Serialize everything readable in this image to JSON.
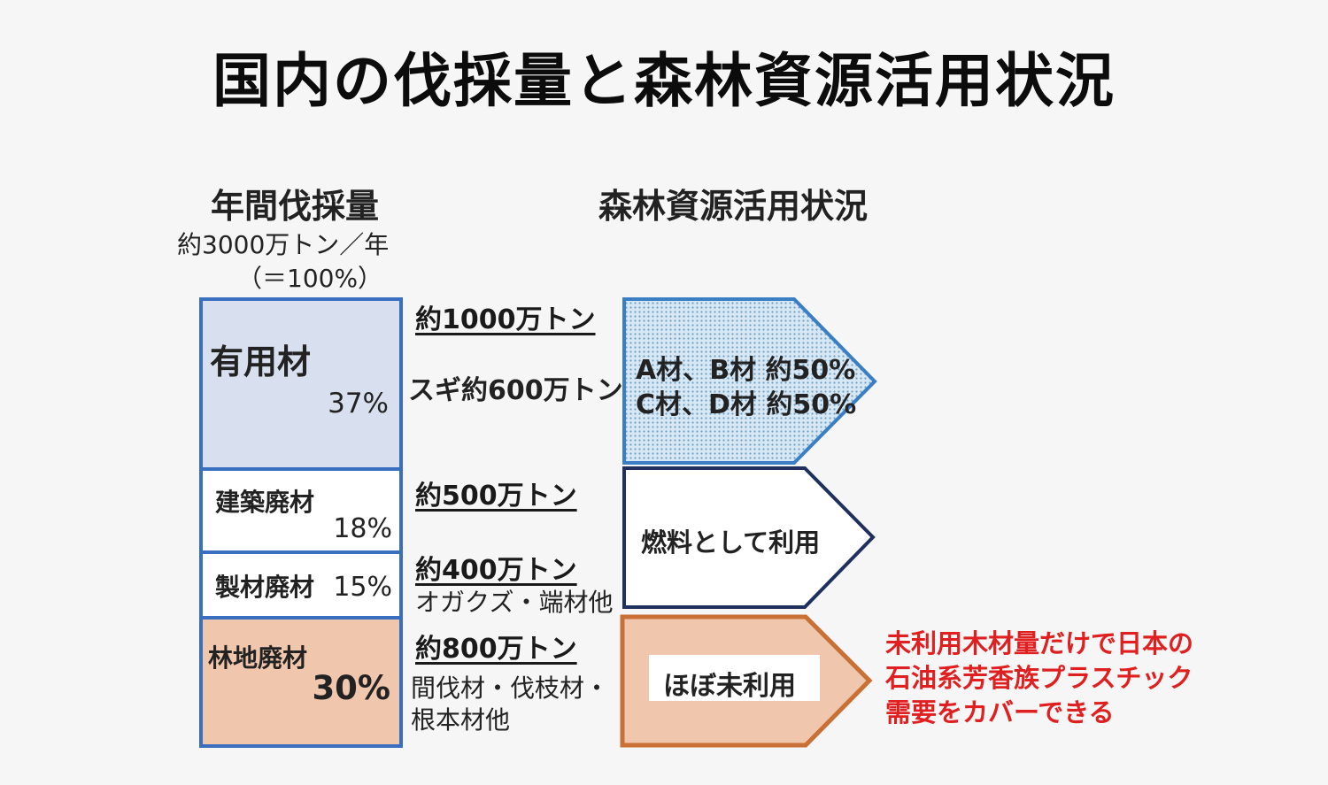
{
  "title": "国内の伐採量と森林資源活用状況",
  "left_header": {
    "heading": "年間伐採量",
    "amount": "約3000万トン／年",
    "ratio": "（＝100%）"
  },
  "right_header": {
    "heading": "森林資源活用状況"
  },
  "categories": [
    {
      "label": "有用材",
      "percent": "37%",
      "amount": "約1000万トン",
      "note": "スギ約600万トン",
      "usage": [
        "A材、B材 約50%",
        "C材、D材 約50%"
      ],
      "color": "#d8e0ef"
    },
    {
      "label": "建築廃材",
      "percent": "18%",
      "amount": "約500万トン",
      "color": "#ffffff"
    },
    {
      "label": "製材廃材",
      "percent": "15%",
      "amount": "約400万トン",
      "note": "オガクズ・端材他",
      "color": "#ffffff"
    },
    {
      "label": "林地廃材",
      "percent": "30%",
      "amount": "約800万トン",
      "note": [
        "間伐材・伐枝材・",
        "根本材他"
      ],
      "usage": "ほぼ未利用",
      "color": "#f0c6ad"
    }
  ],
  "combined_usage": "燃料として利用",
  "highlight_note": [
    "未利用木材量だけで日本の",
    "石油系芳香族プラスチック",
    "需要をカバーできる"
  ],
  "colors": {
    "box_border": "#3a6fbf",
    "useful_fill": "#d8e0ef",
    "forest_fill": "#f0c6ad",
    "arrow1_fill": "#cfe3f1",
    "arrow1_dots": "#6e9fc4",
    "arrow1_border": "#3a7fc4",
    "arrow2_border": "#1f2f5e",
    "arrow3_fill": "#f0c6ad",
    "arrow3_border": "#c87036",
    "highlight_text": "#e02020"
  }
}
